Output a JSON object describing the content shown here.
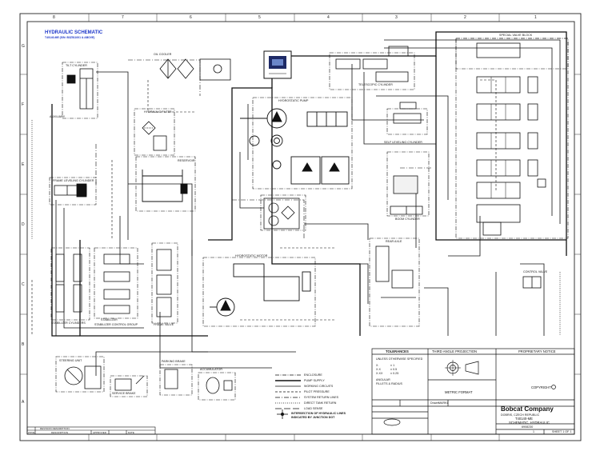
{
  "header": {
    "title": "HYDRAULIC SCHEMATIC",
    "subtitle": "T40140-ME (S/N: B3Z511001 & ABOVE)"
  },
  "zones": {
    "columns": [
      "8",
      "7",
      "6",
      "5",
      "4",
      "3",
      "2",
      "1"
    ],
    "rows": [
      "G",
      "F",
      "E",
      "D",
      "C",
      "B",
      "A"
    ]
  },
  "components": {
    "tilt_cylinder": "TILT CYLINDER",
    "auxiliary": "AUXILIARY",
    "oil_cooler": "OIL COOLER",
    "hydraulic_filter": "HYDRAULIC FILTER",
    "reservoir": "RESERVOIR",
    "frame_leveling_cylinder": "FRAME LEVELING CYLINDER",
    "hydrostatic_pump": "HYDROSTATIC PUMP",
    "telescopic_cylinder": "TELESCOPIC CYLINDER",
    "self_leveling_cylinder": "SELF LEVELING CYLINDER",
    "boom_cylinder": "BOOM CYLINDER",
    "special_valve_block": "SPECIAL VALVE BLOCK",
    "stabilizer_cylinders": "STABILIZER CYLINDERS",
    "stabilizer_control_group": "STABILIZER CONTROL GROUP",
    "frame_valve": "FRAME VALVE",
    "hydrostatic_motor": "HYDROSTATIC MOTOR",
    "rear_axle": "REAR AXLE",
    "control_valve": "CONTROL VALVE",
    "steering_unit": "STEERING UNIT",
    "service_brake": "SERVICE BRAKE",
    "parking_brake": "PARKING BRAKE",
    "accumulator": "ACCUMULATOR"
  },
  "legend": {
    "items": [
      {
        "label": "ENCLOSURE",
        "style": "dashdot"
      },
      {
        "label": "PUMP SUPPLY",
        "style": "solid-thick"
      },
      {
        "label": "WORKING CIRCUITS",
        "style": "solid"
      },
      {
        "label": "PILOT PRESSURE",
        "style": "dashed"
      },
      {
        "label": "SYSTEM RETURN LINES",
        "style": "dashdot2"
      },
      {
        "label": "DIRECT TANK RETURN",
        "style": "dotted"
      },
      {
        "label": "LOAD SENSE",
        "style": "dashlong"
      }
    ],
    "intersection_note_1": "INTERSECTION OF HYDRAULIC LINES",
    "intersection_note_2": "INDICATED BY JUNCTION DOT"
  },
  "title_block": {
    "tolerances": "TOLERANCES",
    "tol_unless": "UNLESS OTHERWISE SPECIFIED",
    "tol_x": "X.",
    "tol_xx": "X.X",
    "tol_xxx": "X.XX",
    "tol_v1": "± 1",
    "tol_v2": "± 0.5",
    "tol_v3": "± 0.25",
    "tol_angular": "ANGULAR",
    "tol_fillets": "FILLETS & RADIUS",
    "third_angle": "THIRD ANGLE PROJECTION",
    "metric_format": "METRIC FORMAT",
    "proprietary_notice": "PROPRIETARY NOTICE",
    "copyright": "COPYRIGHT",
    "company": "Bobcat Company",
    "company_sub": "DOBRIS, CZECH REPUBLIC",
    "drawing_no": "T40140-ME",
    "drawing_title": "SCHEMATIC, HYDRAULIC",
    "drawn_label": "Drawn",
    "drawn_value": "MARKL",
    "sheet_number": "6908230",
    "sheet": "SHEET 1 OF 1",
    "sheet_short": "1"
  },
  "revision_block": {
    "header": "REVISION DESCRIPTION",
    "c1": "ZONE",
    "c2": "DESCRIPTION",
    "c3": "APPROVED",
    "c4": "DATE"
  }
}
